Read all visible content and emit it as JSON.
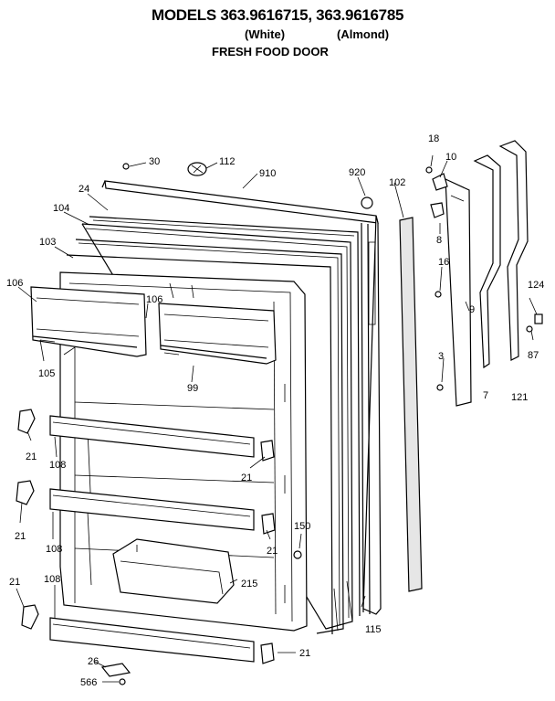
{
  "header": {
    "title": "MODELS 363.9616715, 363.9616785",
    "variant_white": "(White)",
    "variant_almond": "(Almond)",
    "subtitle": "FRESH FOOD DOOR"
  },
  "callouts": {
    "p30": "30",
    "p112": "112",
    "p910": "910",
    "p920": "920",
    "p102": "102",
    "p18": "18",
    "p10": "10",
    "p8": "8",
    "p16": "16",
    "p9": "9",
    "p3": "3",
    "p7": "7",
    "p121": "121",
    "p124": "124",
    "p87": "87",
    "p24": "24",
    "p104": "104",
    "p103": "103",
    "p106a": "106",
    "p106b": "106",
    "p105": "105",
    "p99": "99",
    "p21a": "21",
    "p108a": "108",
    "p21b": "21",
    "p21c": "21",
    "p108b": "108",
    "p21d": "21",
    "p150": "150",
    "p21e": "21",
    "p108c": "108",
    "p215": "215",
    "p115": "115",
    "p26": "26",
    "p566": "566",
    "p21f": "21"
  }
}
